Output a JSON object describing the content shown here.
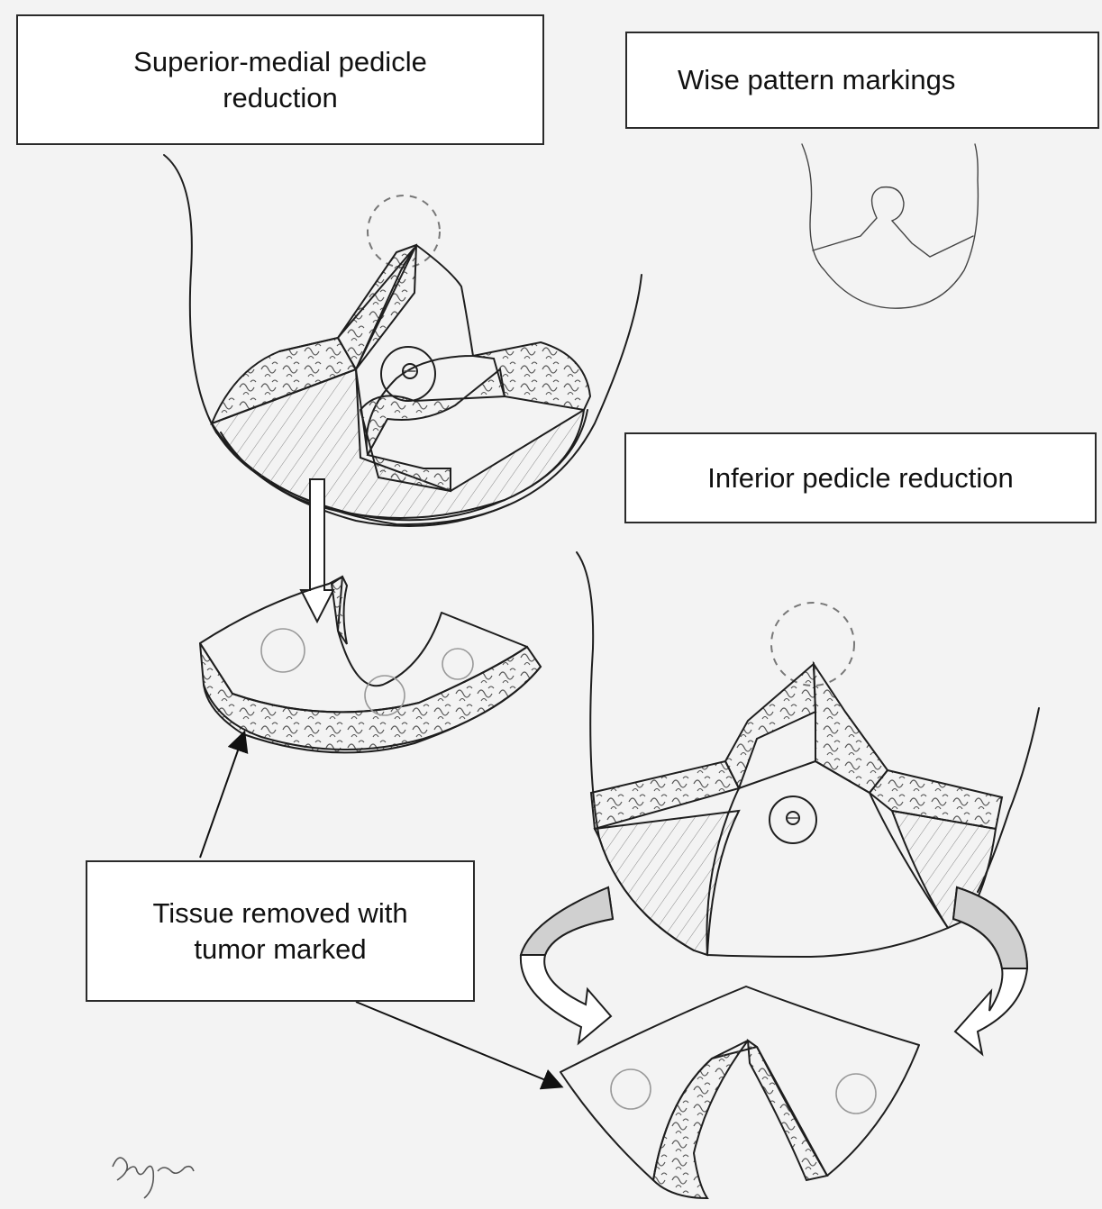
{
  "labels": {
    "superior_medial": "Superior-medial pedicle reduction",
    "wise_pattern": "Wise pattern markings",
    "inferior": "Inferior pedicle reduction",
    "tissue_removed": "Tissue removed with tumor marked"
  },
  "colors": {
    "ink": "#1e1e1e",
    "paper": "#f3f3f3",
    "label_bg": "#ffffff",
    "arrow_fill_gray": "#d0d0d0"
  }
}
